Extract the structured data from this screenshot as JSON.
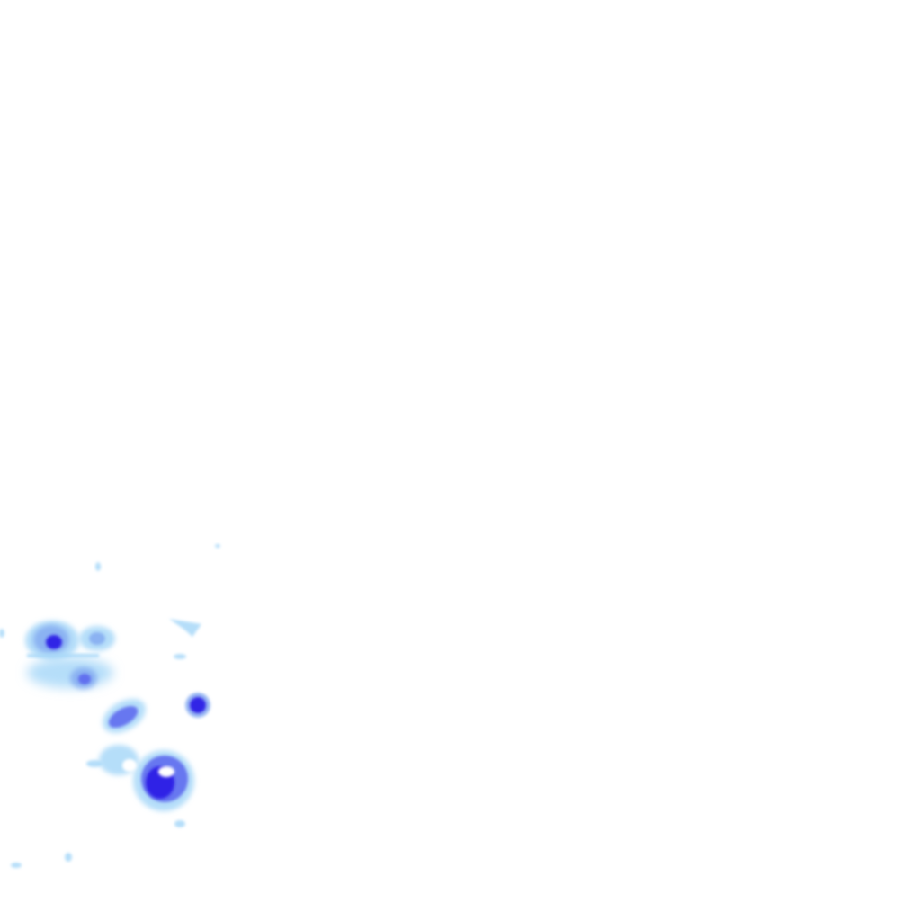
{
  "map": {
    "layer": "precipitation-radar",
    "background_color": "#ffffff",
    "intensity_palette": {
      "light": "#a8d8f8",
      "medium": "#7fa8f0",
      "heavy": "#5a64ee",
      "intense": "#2a1ae6"
    },
    "precipitation_cells": [
      {
        "name": "cell-west-upper",
        "peak": "intense"
      },
      {
        "name": "cell-west-middle",
        "peak": "heavy"
      },
      {
        "name": "cell-central-small",
        "peak": "medium"
      },
      {
        "name": "cell-central",
        "peak": "heavy"
      },
      {
        "name": "cell-east-small",
        "peak": "intense"
      },
      {
        "name": "cell-south-large",
        "peak": "intense"
      },
      {
        "name": "cell-scattered",
        "peak": "light"
      }
    ]
  }
}
